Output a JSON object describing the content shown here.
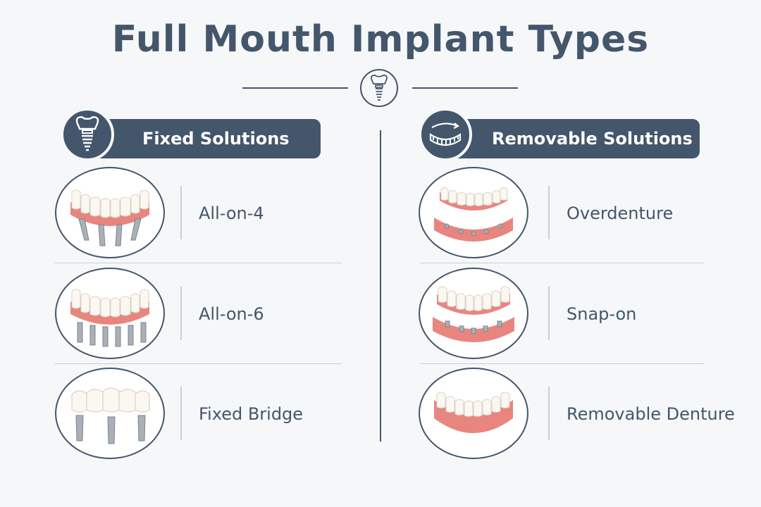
{
  "title": "Full Mouth Implant Types",
  "colors": {
    "primary": "#44566b",
    "background": "#f6f7f9",
    "gum": "#e8857f",
    "tooth": "#fbf8f2",
    "metal": "#a9b0b8"
  },
  "icons": {
    "title_badge": "dental-implant-icon",
    "fixed": "dental-implant-icon",
    "removable": "removable-denture-icon"
  },
  "fixed": {
    "heading": "Fixed Solutions",
    "items": [
      {
        "label": "All-on-4",
        "illustration": "arch-on-4-implants"
      },
      {
        "label": "All-on-6",
        "illustration": "arch-on-6-implants"
      },
      {
        "label": "Fixed Bridge",
        "illustration": "bridge-on-3-implants"
      }
    ]
  },
  "removable": {
    "heading": "Removable Solutions",
    "items": [
      {
        "label": "Overdenture",
        "illustration": "overdenture-over-implant-base"
      },
      {
        "label": "Snap-on",
        "illustration": "snap-on-denture"
      },
      {
        "label": "Removable Denture",
        "illustration": "full-denture"
      }
    ]
  }
}
